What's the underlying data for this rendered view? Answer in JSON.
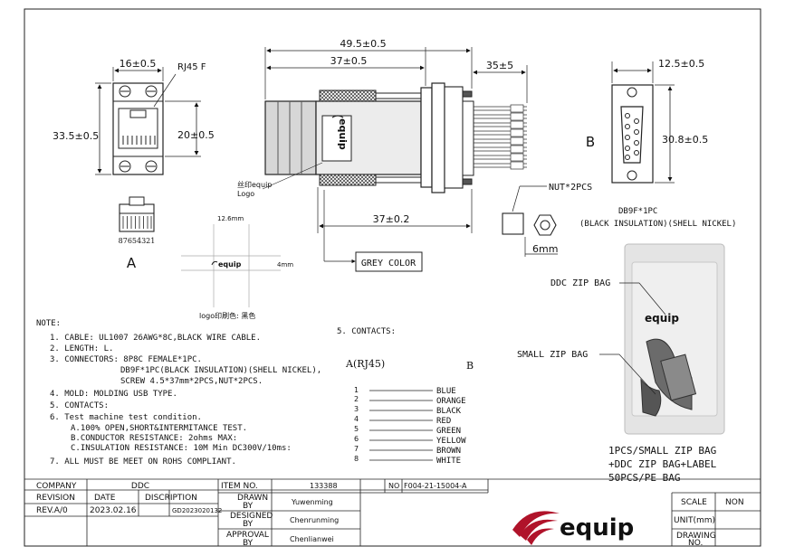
{
  "view_a": {
    "label": "A",
    "width_dim": "16±0.5",
    "height_dim": "33.5±0.5",
    "rj45_label": "RJ45 F",
    "port_dim": "20±0.5",
    "pin_numbers": "87654321"
  },
  "side_view": {
    "total_length": "49.5±0.5",
    "body_length": "37±0.5",
    "wire_length": "35±5",
    "lower_length": "37±0.2",
    "silk_label_cn": "丝印equip",
    "silk_label_en": "Logo",
    "nut_label": "NUT*2PCS",
    "nut_size": "6mm",
    "grey_color": "GREY COLOR",
    "body_logo": "equip"
  },
  "logo_detail": {
    "width_dim": "12.6mm",
    "height_dim": "4mm",
    "logo_text": "equip",
    "caption": "logo印刷色: 黑色"
  },
  "view_b": {
    "label": "B",
    "width_dim": "12.5±0.5",
    "height_dim": "30.8±0.5",
    "desc_line1": "DB9F*1PC",
    "desc_line2": "(BLACK INSULATION)(SHELL NICKEL)"
  },
  "notes": {
    "title": "NOTE:",
    "lines": [
      "1. CABLE: UL1007  26AWG*8C,BLACK WIRE CABLE.",
      "2. LENGTH: L.",
      "3. CONNECTORS: 8P8C FEMALE*1PC.",
      "DB9F*1PC(BLACK INSULATION)(SHELL NICKEL),",
      "SCREW 4.5*37mm*2PCS,NUT*2PCS.",
      "4. MOLD: MOLDING USB TYPE.",
      "5. CONTACTS:",
      "6. Test machine test condition.",
      "A.100% OPEN,SHORT&INTERMITANCE TEST.",
      "B.CONDUCTOR RESISTANCE: 2ohms MAX:",
      "C.INSULATION RESISTANCE: 10M Min DC300V/10ms:",
      "7. ALL MUST BE MEET ON ROHS COMPLIANT."
    ]
  },
  "contacts": {
    "title": "5. CONTACTS:",
    "col_a": "A(RJ45)",
    "col_b": "B",
    "pins": [
      "1",
      "2",
      "3",
      "4",
      "5",
      "6",
      "7",
      "8"
    ],
    "colors": [
      "BLUE",
      "ORANGE",
      "BLACK",
      "RED",
      "GREEN",
      "YELLOW",
      "BROWN",
      "WHITE"
    ]
  },
  "packaging": {
    "ddc_zip_bag": "DDC ZIP BAG",
    "small_zip_bag": "SMALL ZIP BAG",
    "bag_logo": "equip",
    "lines": [
      "1PCS/SMALL ZIP BAG",
      "+DDC ZIP BAG+LABEL",
      "50PCS/PE BAG"
    ]
  },
  "title_block": {
    "company_label": "COMPANY",
    "company_value": "DDC",
    "item_no_label": "ITEM  NO.",
    "item_no_value": "133388",
    "no_label": "NO",
    "no_value": "F004-21-15004-A",
    "revision_label": "REVISION",
    "date_label": "DATE",
    "discription_label": "DISCRIPTION",
    "revision_value": "REV.A/0",
    "date_value": "2023.02.16",
    "discription_value": "GD2023020132",
    "drawn_by_1": "DRAWN",
    "drawn_by_2": "BY",
    "drawn_by_value": "Yuwenming",
    "designed_by_1": "DESIGNED",
    "designed_by_2": "BY",
    "designed_by_value": "Chenrunming",
    "approval_by_1": "APPROVAL",
    "approval_by_2": "BY",
    "approval_by_value": "Chenlianwei",
    "brand": "equip",
    "scale_label": "SCALE",
    "scale_value": "NON",
    "unit_label": "UNIT(mm)",
    "drawing_label_1": "DRAWING",
    "drawing_label_2": "NO."
  },
  "colors": {
    "brand_red": "#b0132a",
    "line": "#222222",
    "grey_body": "#cfcfcf",
    "bag": "#e6e6e6"
  }
}
